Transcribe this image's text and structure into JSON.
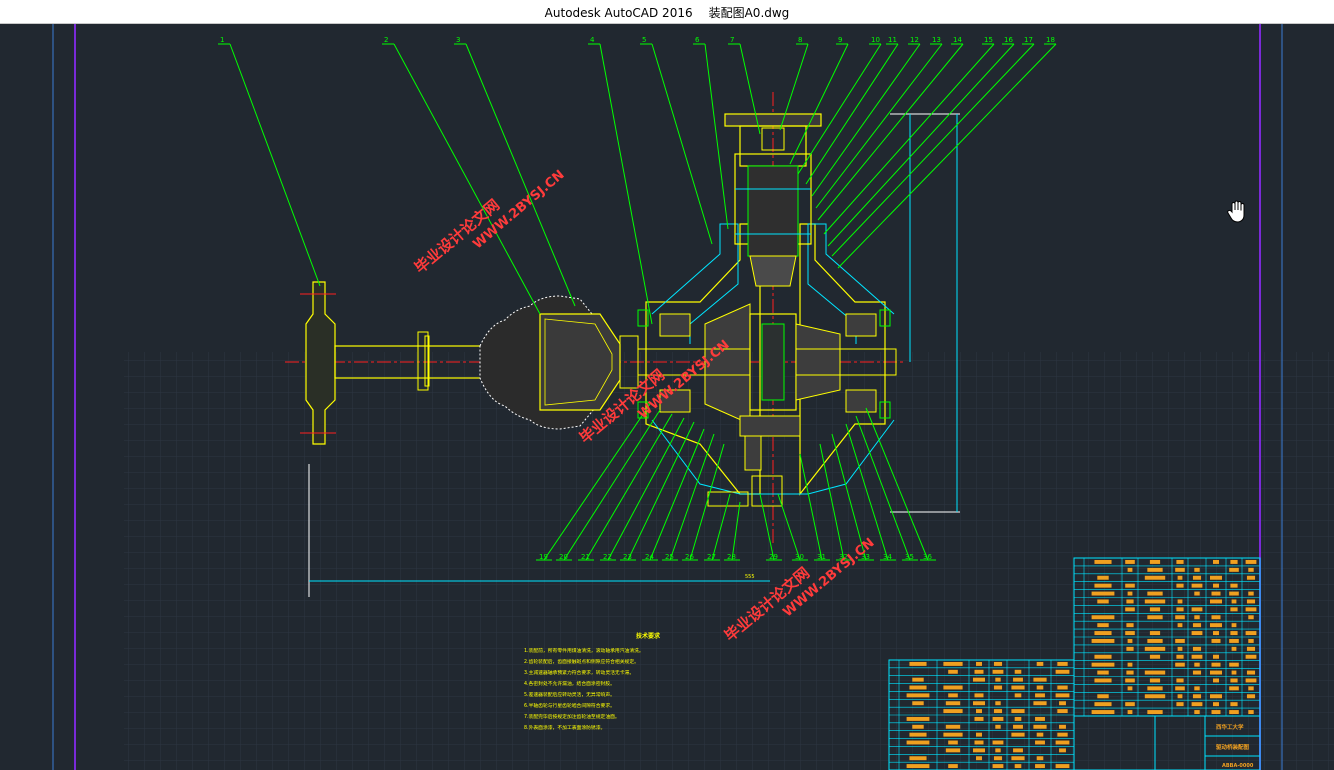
{
  "window": {
    "app_title": "Autodesk AutoCAD 2016",
    "file_name": "装配图A0.dwg"
  },
  "colors": {
    "background": "#212830",
    "grid": "#2c3540",
    "leader_green": "#00ff00",
    "outline_yellow": "#ffff00",
    "dimension_cyan": "#00e5ff",
    "centerline_red": "#ff2020",
    "watermark_red": "#ff3b3b",
    "border_purple": "#7a2ad8",
    "border_blue": "#3a7bd5",
    "table_orange": "#f0a020"
  },
  "drawing": {
    "balloons_top": [
      "1",
      "2",
      "3",
      "4",
      "5",
      "6",
      "7",
      "8",
      "9",
      "10",
      "11",
      "12",
      "13",
      "14",
      "15",
      "16",
      "17",
      "18"
    ],
    "balloons_bottom": [
      "19",
      "20",
      "21",
      "22",
      "23",
      "24",
      "25",
      "26",
      "27",
      "28",
      "29",
      "30",
      "31",
      "32",
      "33",
      "34",
      "35",
      "36"
    ],
    "watermark_texts": [
      "毕业设计论文网",
      "WWW.2BYSJ.CN"
    ],
    "notes_title": "技术要求",
    "notes": [
      "1.装配前，所有零件用煤油清洗，滚动轴承用汽油清洗。",
      "2.齿轮装配后，齿面接触斑点和侧隙应符合相关规定。",
      "3.主减速器轴承预紧力符合要求，转动灵活无卡滞。",
      "4.各密封处不允许漏油，结合面涂密封胶。",
      "5.差速器装配后应转动灵活，无异常响声。",
      "6.半轴齿轮与行星齿轮啮合间隙符合要求。",
      "7.装配完毕后按规定加注齿轮油至规定油面。",
      "8.外表面涂漆，不加工表面涂防锈漆。"
    ],
    "title_block": {
      "school": "西华工大学",
      "drawing_name": "驱动桥装配图",
      "drawing_no": "ABBA-0000"
    },
    "overall_dim": "555"
  }
}
